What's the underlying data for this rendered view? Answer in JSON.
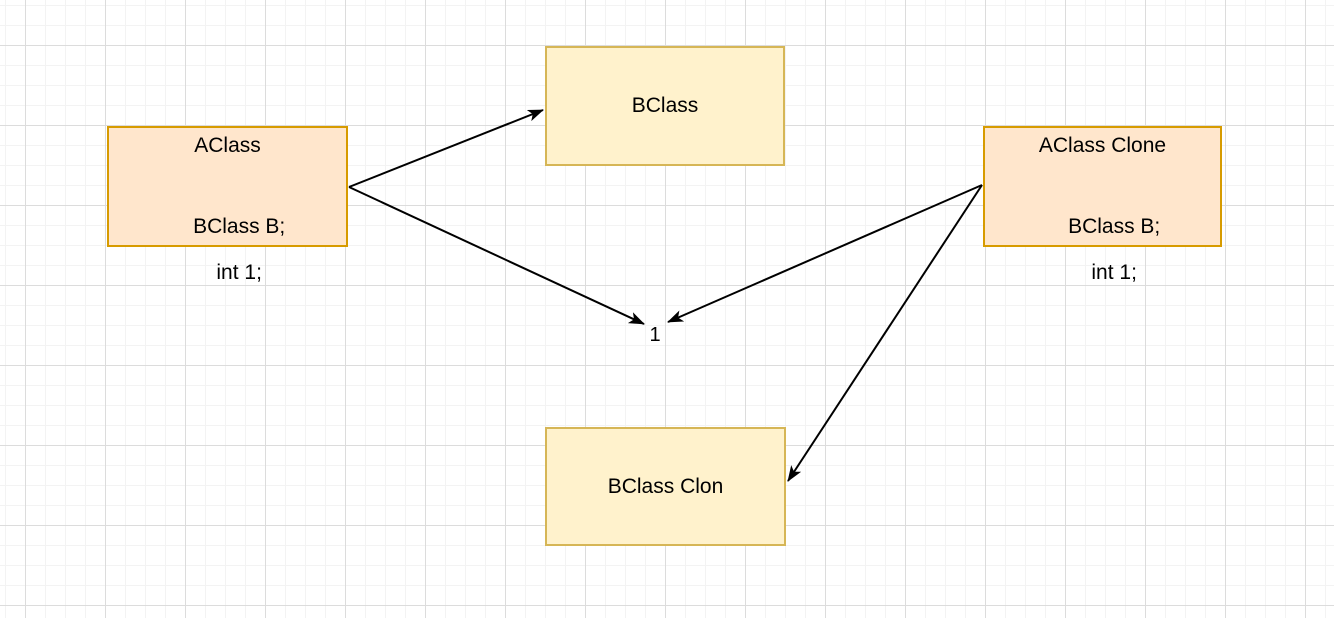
{
  "canvas": {
    "background_color": "#ffffff",
    "grid_minor_color": "#f3f3f3",
    "grid_major_color": "#dcdcdc"
  },
  "colors": {
    "orange_node_fill": "#ffe6cc",
    "orange_node_stroke": "#d79b00",
    "yellow_node_fill": "#fff2cc",
    "yellow_node_stroke": "#d6b656",
    "edge_stroke": "#000000",
    "text_color": "#000000"
  },
  "nodes": [
    {
      "id": "aclass",
      "title": "AClass",
      "body": [
        "BClass B;",
        "int 1;"
      ],
      "fill": "#ffe6cc",
      "stroke": "#d79b00"
    },
    {
      "id": "bclass",
      "title": "BClass",
      "body": [],
      "fill": "#fff2cc",
      "stroke": "#d6b656"
    },
    {
      "id": "aclass-clone",
      "title": "AClass Clone",
      "body": [
        "BClass B;",
        "int 1;"
      ],
      "fill": "#ffe6cc",
      "stroke": "#d79b00"
    },
    {
      "id": "bclass-clon",
      "title": "BClass Clon",
      "body": [],
      "fill": "#fff2cc",
      "stroke": "#d6b656"
    }
  ],
  "edges": [
    {
      "from": "aclass",
      "to": "bclass",
      "label": ""
    },
    {
      "from": "aclass",
      "to": "join-point",
      "label": "1"
    },
    {
      "from": "aclass-clone",
      "to": "join-point",
      "label": ""
    },
    {
      "from": "aclass-clone",
      "to": "bclass-clon",
      "label": ""
    }
  ]
}
